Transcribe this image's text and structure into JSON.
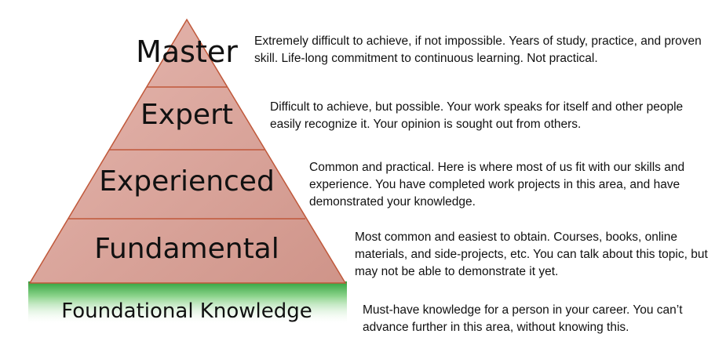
{
  "colors": {
    "pyramid_fill": "#d7a39a",
    "pyramid_border": "#c0583a",
    "base_green": "#3fae4a",
    "text": "#111111"
  },
  "levels": [
    {
      "label": "Master",
      "description": "Extremely difficult to achieve, if not impossible. Years of study, practice, and proven skill. Life-long commitment to continuous learning. Not practical."
    },
    {
      "label": "Expert",
      "description": "Difficult to achieve, but possible. Your work speaks for itself and other people easily recognize it. Your opinion is sought out from others."
    },
    {
      "label": "Experienced",
      "description": "Common and practical. Here is where most of us fit with our skills and experience. You have completed work projects in this area, and have demonstrated your knowledge."
    },
    {
      "label": "Fundamental",
      "description": "Most common and easiest to obtain. Courses, books, online materials, and side-projects, etc. You can talk about this topic, but may not be able to demonstrate it yet."
    }
  ],
  "base": {
    "label": "Foundational Knowledge",
    "description": "Must-have knowledge for a person in  your career. You can’t advance further in this area, without knowing this."
  }
}
